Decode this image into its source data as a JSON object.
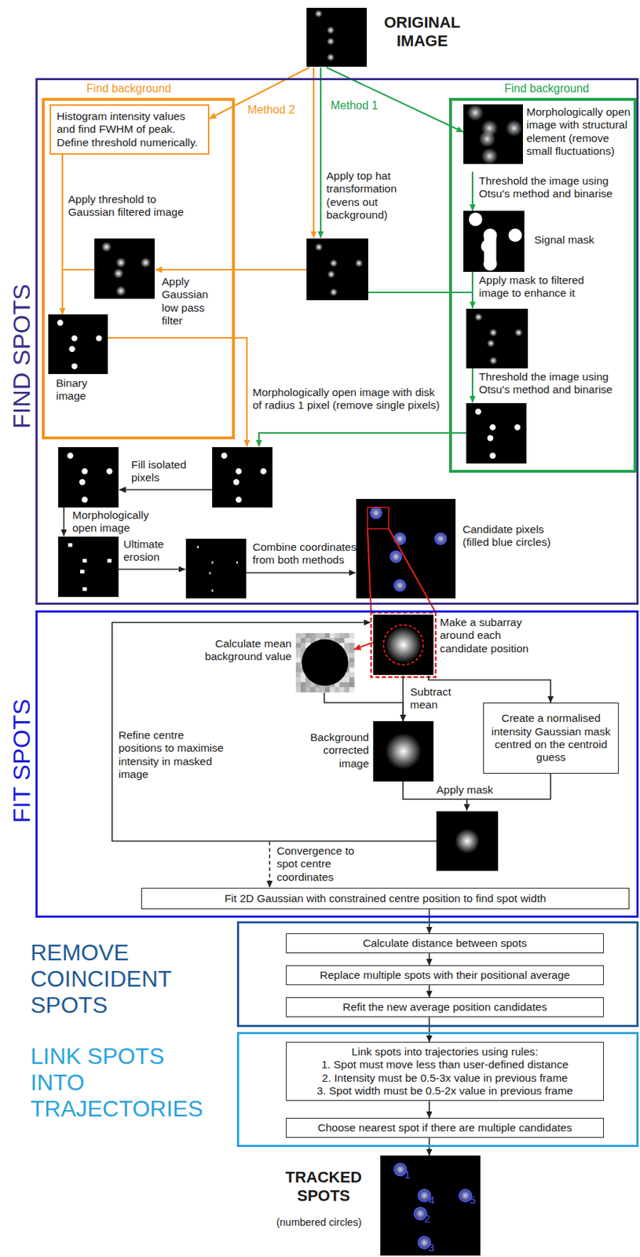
{
  "diagram": {
    "nodes": [
      {
        "text": [
          "ORIGINAL IMAGE"
        ]
      },
      {
        "text": [
          "FIND SPOTS"
        ]
      },
      {
        "text": [
          "Find background"
        ],
        "in": 1
      },
      {
        "text": [
          "Histogram intensity values and find FWHM of peak. Define threshold numerically."
        ],
        "in": 2
      },
      {
        "text": [
          "Binary image"
        ],
        "in": 2
      },
      {
        "text": [
          "Find background"
        ],
        "in": 1
      },
      {
        "text": [
          "Morphologically open image with structural element (remove small fluctuations)"
        ],
        "in": 5
      },
      {
        "text": [
          "Signal mask"
        ],
        "in": 5
      },
      {
        "text": [
          "Candidate pixels (filled blue circles)"
        ],
        "in": 1
      },
      {
        "text": [
          "FIT SPOTS"
        ]
      },
      {
        "text": [
          "Calculate mean background value"
        ],
        "in": 9
      },
      {
        "text": [
          "Make a subarray around each candidate position"
        ],
        "in": 9
      },
      {
        "text": [
          "Background corrected image"
        ],
        "in": 9
      },
      {
        "text": [
          "Create a normalised intensity Gaussian mask centred on the centroid guess"
        ],
        "in": 9
      },
      {
        "text": [
          "Fit 2D Gaussian with constrained centre position to find spot width"
        ],
        "in": 9
      },
      {
        "text": [
          "REMOVE COINCIDENT SPOTS"
        ]
      },
      {
        "text": [
          "Calculate distance between spots"
        ],
        "in": 15
      },
      {
        "text": [
          "Replace multiple spots with their positional average"
        ],
        "in": 15
      },
      {
        "text": [
          "Refit the new average position candidates"
        ],
        "in": 15
      },
      {
        "text": [
          "LINK SPOTS INTO TRAJECTORIES"
        ]
      },
      {
        "text": [
          "Link spots into trajectories using rules:",
          "1. Spot must move less than user-defined distance",
          "2. Intensity must be 0.5-3x value in previous frame",
          "3. Spot width must be 0.5-2x value in previous frame"
        ],
        "in": 19
      },
      {
        "text": [
          "Choose nearest spot if there are multiple candidates"
        ],
        "in": 19
      },
      {
        "text": [
          "TRACKED SPOTS",
          "(numbered circles)"
        ]
      }
    ],
    "edges": [
      {
        "from": 0,
        "to": 3,
        "arrow": "to",
        "label": "Method 2"
      },
      {
        "from": 0,
        "to": 6,
        "arrow": "to",
        "label": "Method 1"
      },
      {
        "from": 3,
        "to": 4,
        "arrow": "to",
        "label": "Apply threshold to Gaussian filtered image"
      },
      {
        "from": 6,
        "to": 7,
        "arrow": "to",
        "label": "Threshold the image using Otsu's method and binarise"
      },
      {
        "from": 11,
        "to": 10,
        "arrow": "to"
      },
      {
        "from": 11,
        "to": 12,
        "arrow": "to",
        "label": "Subtract mean"
      },
      {
        "from": 10,
        "to": 12,
        "arrow": "to"
      },
      {
        "from": 11,
        "to": 13,
        "arrow": "to"
      },
      {
        "from": 14,
        "to": 16,
        "arrow": "to"
      },
      {
        "from": 16,
        "to": 17,
        "arrow": "to"
      },
      {
        "from": 17,
        "to": 18,
        "arrow": "to"
      },
      {
        "from": 18,
        "to": 20,
        "arrow": "to"
      },
      {
        "from": 20,
        "to": 21,
        "arrow": "to"
      },
      {
        "from": 21,
        "to": 22,
        "arrow": "to"
      }
    ],
    "labels": [
      "Apply top hat transformation (evens out background)",
      "Apply Gaussian low pass filter",
      "Apply mask to filtered image to enhance it",
      "Threshold the image using Otsu's method and binarise",
      "Morphologically open image with disk of radius 1 pixel (remove single pixels)",
      "Fill isolated pixels",
      "Morphologically open image",
      "Ultimate erosion",
      "Combine coordinates from both methods",
      "Refine centre positions to maximise intensity in masked image",
      "Apply mask",
      "Convergence to spot centre coordinates",
      "1",
      "4",
      "5",
      "2",
      "3"
    ]
  }
}
